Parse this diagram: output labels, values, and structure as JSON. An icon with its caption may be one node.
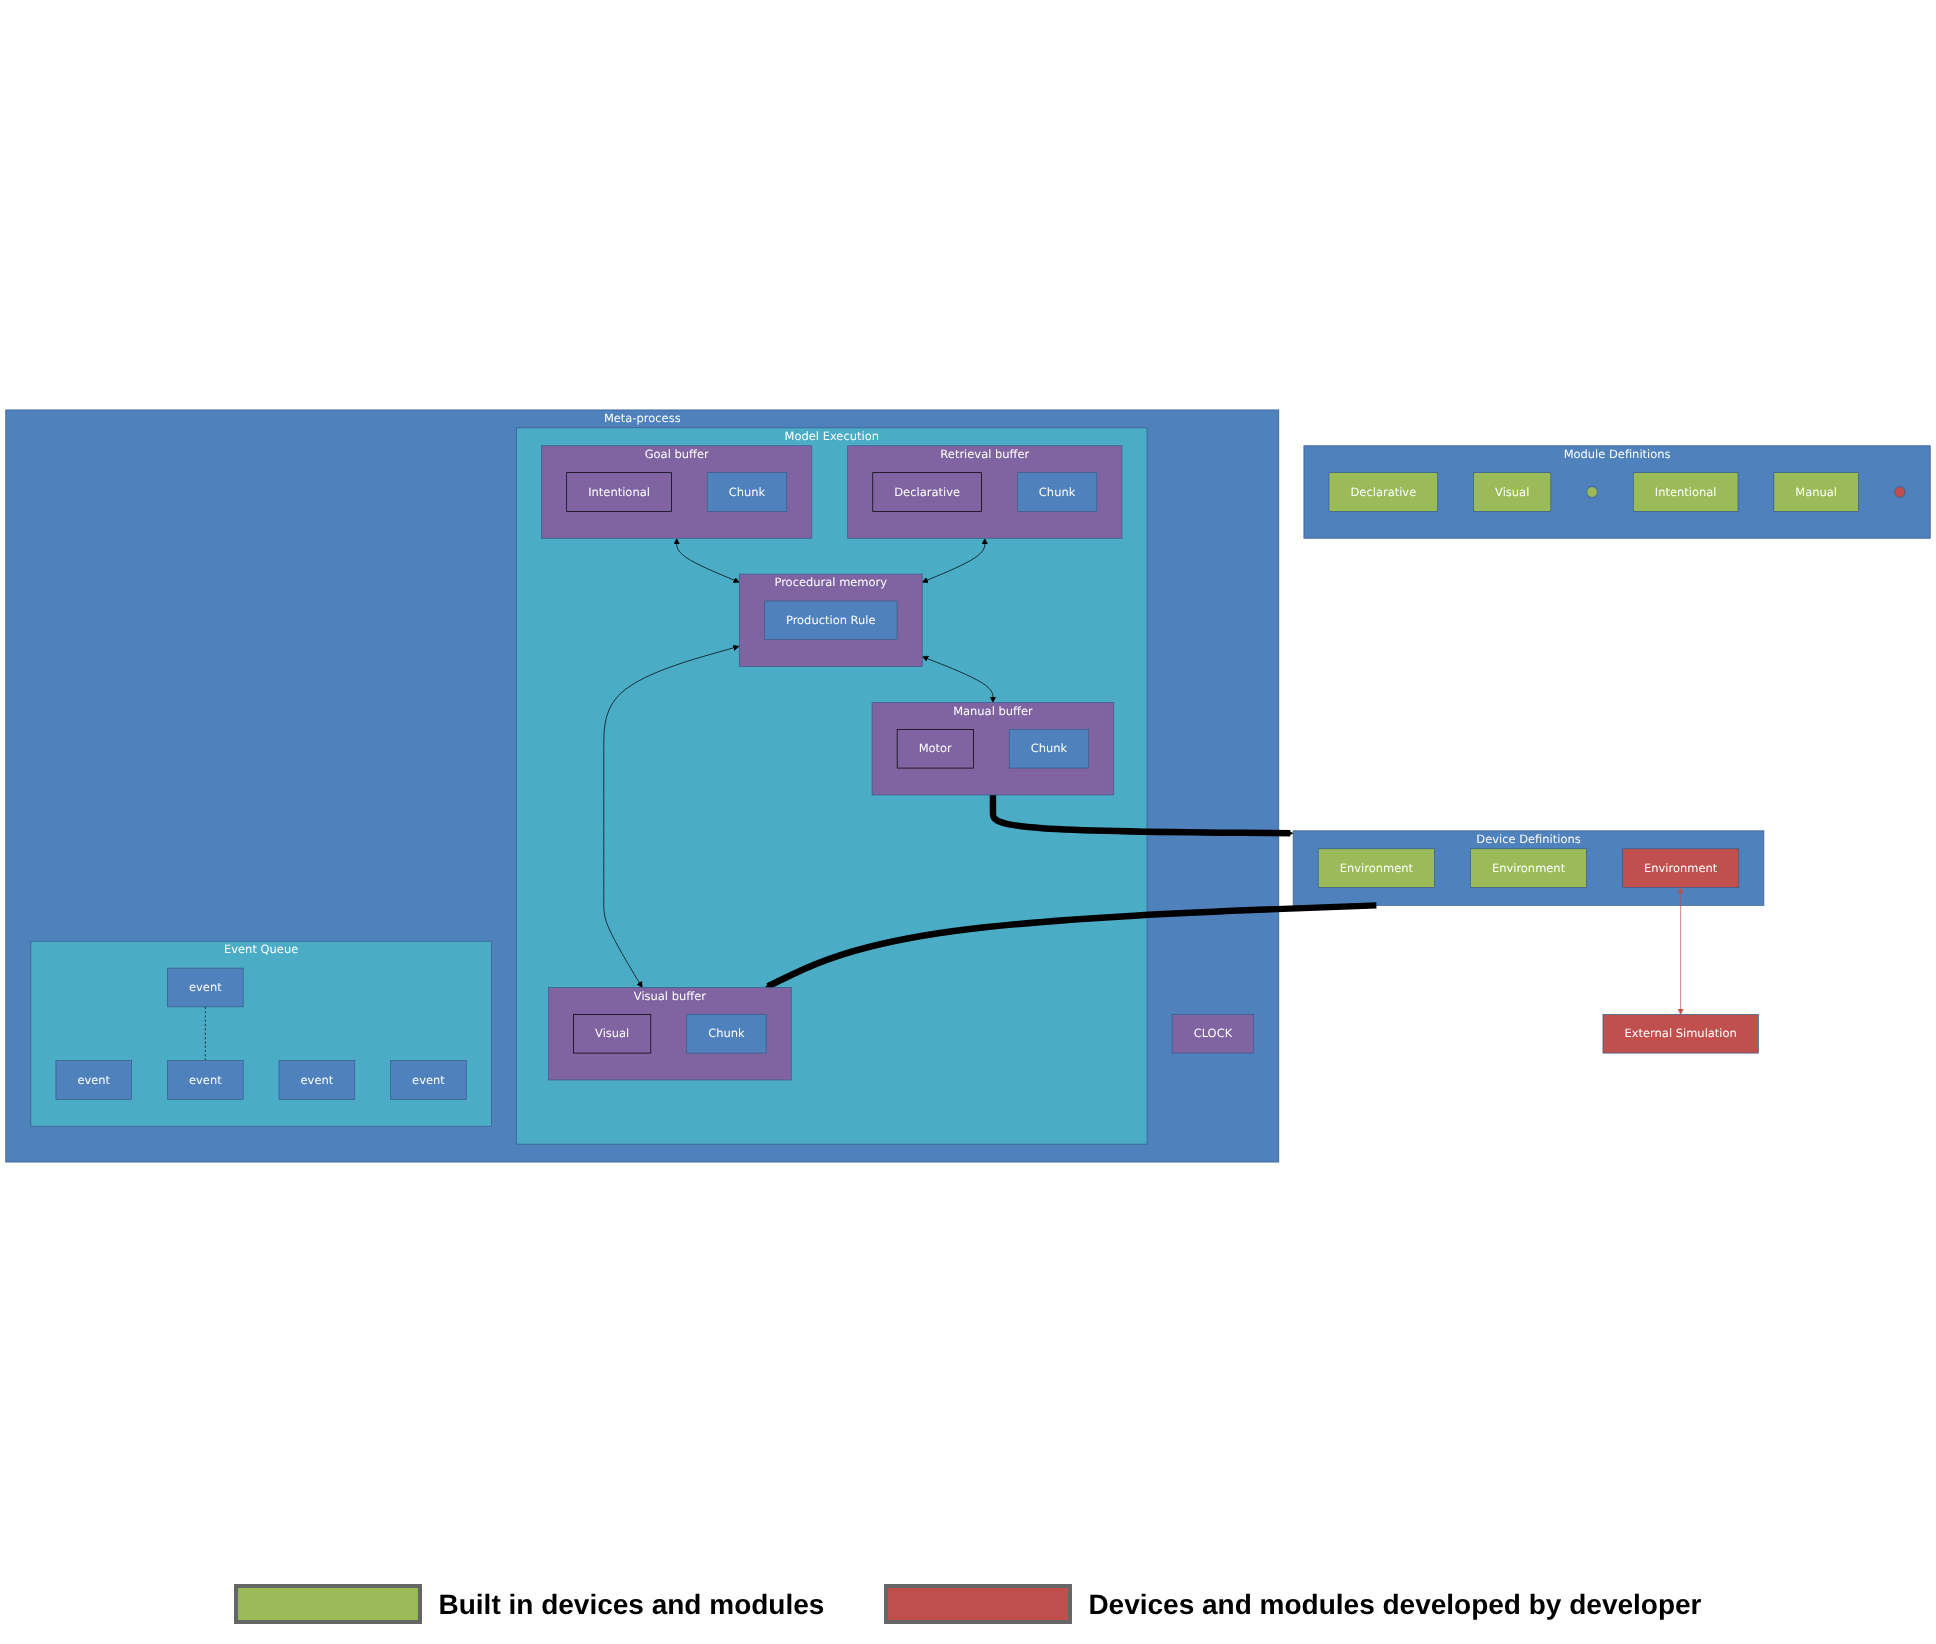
{
  "diagram": {
    "nodes": [
      {
        "text": [
          "Module Definitions"
        ]
      },
      {
        "text": [
          "Declarative"
        ],
        "in": 0
      },
      {
        "text": [
          "Visual"
        ],
        "in": 0
      },
      {
        "text": [],
        "shape": "ellipse",
        "in": 0
      },
      {
        "text": [
          "Intentional"
        ],
        "in": 0
      },
      {
        "text": [
          "Manual"
        ],
        "in": 0
      },
      {
        "text": [],
        "shape": "ellipse",
        "in": 0
      },
      {
        "text": [
          "Meta-process"
        ]
      },
      {
        "text": [
          "Model Execution"
        ],
        "in": 7
      },
      {
        "text": [
          "Goal buffer"
        ],
        "in": 8
      },
      {
        "text": [
          "Intentional"
        ],
        "in": 9
      },
      {
        "text": [
          "Chunk"
        ],
        "in": 9
      },
      {
        "text": [
          "Retrieval buffer"
        ],
        "in": 8
      },
      {
        "text": [
          "Declarative"
        ],
        "in": 12
      },
      {
        "text": [
          "Chunk"
        ],
        "in": 12
      },
      {
        "text": [
          "Procedural memory"
        ],
        "in": 8
      },
      {
        "text": [
          "Production Rule"
        ],
        "in": 15
      },
      {
        "text": [
          "Visual buffer"
        ],
        "in": 8
      },
      {
        "text": [
          "Visual"
        ],
        "in": 17
      },
      {
        "text": [
          "Chunk"
        ],
        "in": 17
      },
      {
        "text": [
          "Manual buffer"
        ],
        "in": 8
      },
      {
        "text": [
          "Motor"
        ],
        "in": 20
      },
      {
        "text": [
          "Chunk"
        ],
        "in": 20
      },
      {
        "text": [
          "CLOCK"
        ],
        "in": 7
      },
      {
        "text": [
          "Event Queue"
        ],
        "in": 7
      },
      {
        "text": [
          "event"
        ],
        "in": 24
      },
      {
        "text": [
          "event"
        ],
        "in": 24
      },
      {
        "text": [
          "event"
        ],
        "in": 24
      },
      {
        "text": [
          "event"
        ],
        "in": 24
      },
      {
        "text": [
          "event"
        ],
        "in": 24
      },
      {
        "text": [
          "Device Definitions"
        ]
      },
      {
        "text": [
          "Environment"
        ],
        "in": 30
      },
      {
        "text": [
          "Environment"
        ],
        "in": 30
      },
      {
        "text": [
          "Environment"
        ],
        "in": 30
      },
      {
        "text": [
          "External Simulation"
        ]
      }
    ],
    "edges": [
      {
        "from": 9,
        "to": 15,
        "arrow": "both"
      },
      {
        "from": 12,
        "to": 15,
        "arrow": "both"
      },
      {
        "from": 15,
        "to": 17,
        "arrow": "both"
      },
      {
        "from": 15,
        "to": 20,
        "arrow": "both"
      },
      {
        "from": 30,
        "to": 17,
        "arrow": "to",
        "style": "thick"
      },
      {
        "from": 20,
        "to": 30,
        "arrow": "to",
        "style": "thick"
      },
      {
        "from": 28,
        "to": 29,
        "arrow": "none",
        "style": "dashed"
      },
      {
        "from": 33,
        "to": 34,
        "arrow": "both",
        "color": "#c0504d"
      }
    ],
    "legend": [
      {
        "text": "Built in devices and modules",
        "color": "#9bbb59"
      },
      {
        "text": "Devices and modules developed by developer",
        "color": "#c0504d"
      }
    ]
  }
}
